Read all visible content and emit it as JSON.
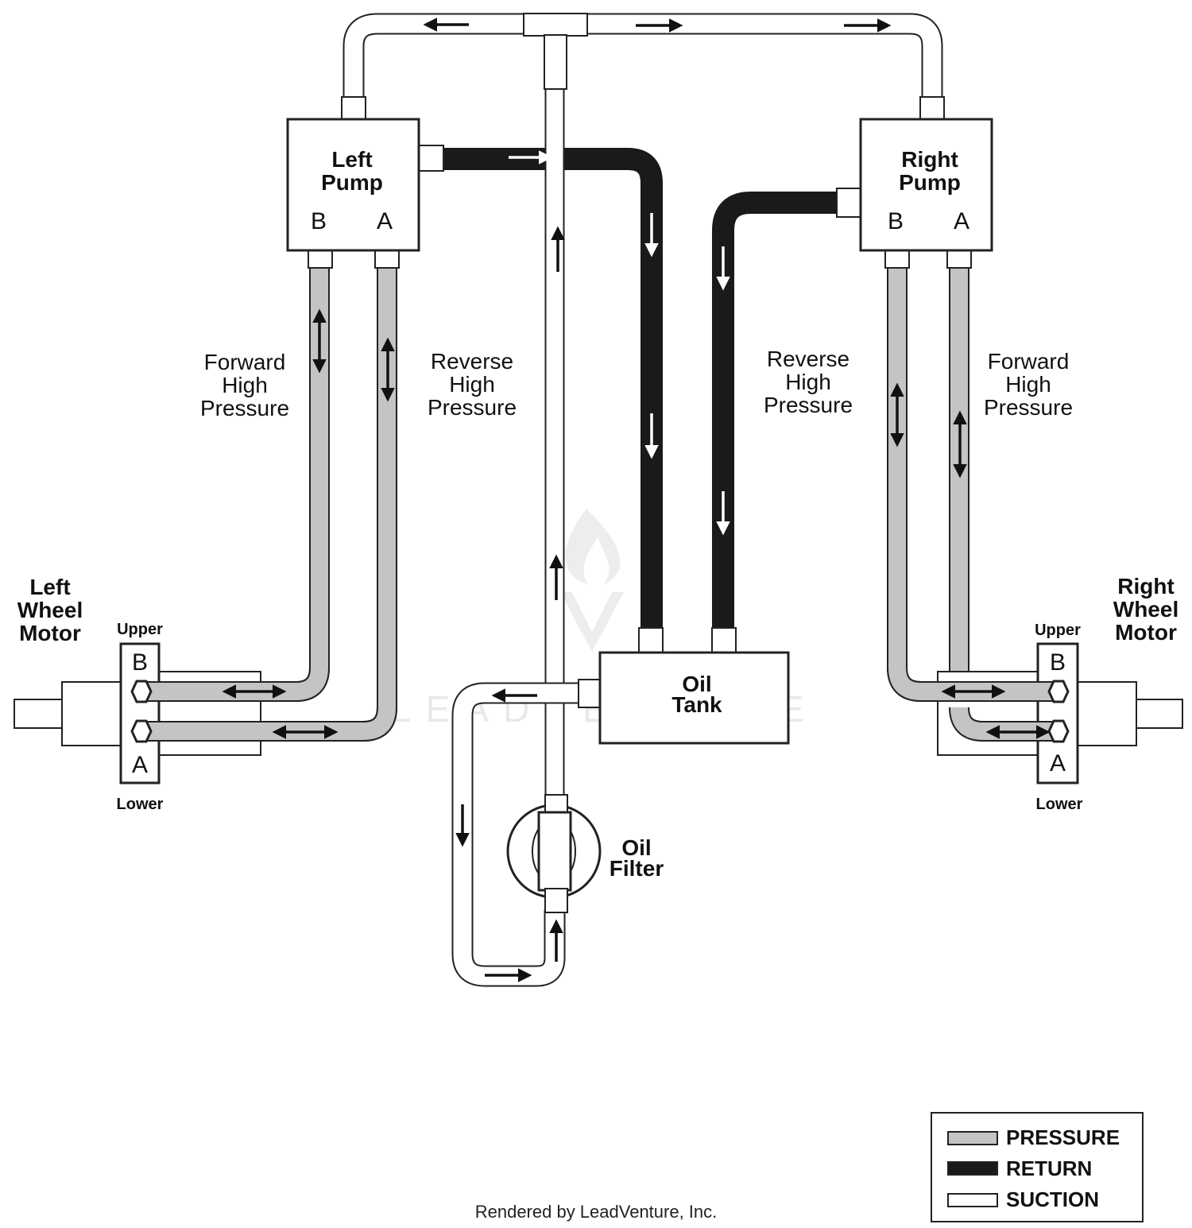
{
  "labels": {
    "left_pump": [
      "Left",
      "Pump"
    ],
    "right_pump": [
      "Right",
      "Pump"
    ],
    "pump_port_b": "B",
    "pump_port_a": "A",
    "left_forward": [
      "Forward",
      "High",
      "Pressure"
    ],
    "left_reverse": [
      "Reverse",
      "High",
      "Pressure"
    ],
    "right_reverse": [
      "Reverse",
      "High",
      "Pressure"
    ],
    "right_forward": [
      "Forward",
      "High",
      "Pressure"
    ],
    "left_wheel_motor": [
      "Left",
      "Wheel",
      "Motor"
    ],
    "right_wheel_motor": [
      "Right",
      "Wheel",
      "Motor"
    ],
    "upper": "Upper",
    "lower": "Lower",
    "motor_port_b": "B",
    "motor_port_a": "A",
    "oil_tank": [
      "Oil",
      "Tank"
    ],
    "oil_filter": [
      "Oil",
      "Filter"
    ]
  },
  "legend": [
    {
      "label": "PRESSURE",
      "color": "#c4c4c4"
    },
    {
      "label": "RETURN",
      "color": "#1a1a1a"
    },
    {
      "label": "SUCTION",
      "color": "#ffffff"
    }
  ],
  "watermark": "LEADVENTURE",
  "footer": "Rendered by LeadVenture, Inc.",
  "colors": {
    "pressure": "#c4c4c4",
    "return": "#1a1a1a",
    "suction": "#ffffff",
    "outline": "#222222"
  }
}
